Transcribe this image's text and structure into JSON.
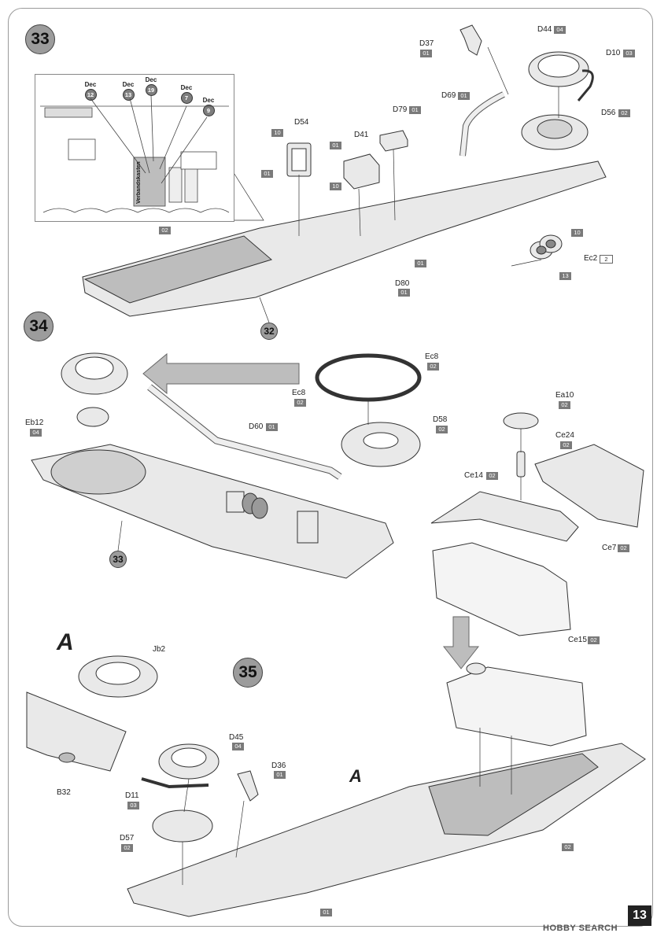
{
  "steps": {
    "s33": "33",
    "s34": "34",
    "s35": "35",
    "ref32": "32",
    "ref33": "33"
  },
  "letters": {
    "a_big": "A",
    "a_small": "A"
  },
  "inset": {
    "dec_word": "Dec",
    "decals": [
      "12",
      "13",
      "19",
      "7",
      "9"
    ],
    "box_text": "Verbandskasten"
  },
  "parts": {
    "D37": "D37",
    "D44": "D44",
    "D10": "D10",
    "D69": "D69",
    "D79": "D79",
    "D56": "D56",
    "D54": "D54",
    "D41": "D41",
    "D80": "D80",
    "Ec2": "Ec2",
    "Eb12": "Eb12",
    "D60": "D60",
    "Ec8a": "Ec8",
    "Ec8b": "Ec8",
    "D58": "D58",
    "Ea10": "Ea10",
    "Ce24": "Ce24",
    "Ce14": "Ce14",
    "Ce7": "Ce7",
    "Ce15": "Ce15",
    "Jb2": "Jb2",
    "B32": "B32",
    "D45": "D45",
    "D36": "D36",
    "D11": "D11",
    "D57": "D57"
  },
  "badges": {
    "D37": "01",
    "D44": "04",
    "D10": "03",
    "D69": "01",
    "D79": "01",
    "D56": "02",
    "D54_top": "10",
    "D54_side": "01",
    "D41_top": "01",
    "D41_side": "10",
    "D80": "01",
    "hull33_left": "02",
    "hull33_mid": "01",
    "Ec2_a": "10",
    "Ec2_b": "13",
    "Ec2_c": "2",
    "Eb12": "04",
    "D60": "01",
    "Ec8a": "02",
    "Ec8b": "02",
    "D58": "02",
    "Ea10": "02",
    "Ce24": "02",
    "Ce14": "02",
    "Ce7": "02",
    "Ce15": "02",
    "D45": "04",
    "D36": "01",
    "D11": "03",
    "D57": "02",
    "hull35_bottom": "01",
    "hull35_right": "02"
  },
  "page_number": "13",
  "watermark": "HOBBY SEARCH"
}
